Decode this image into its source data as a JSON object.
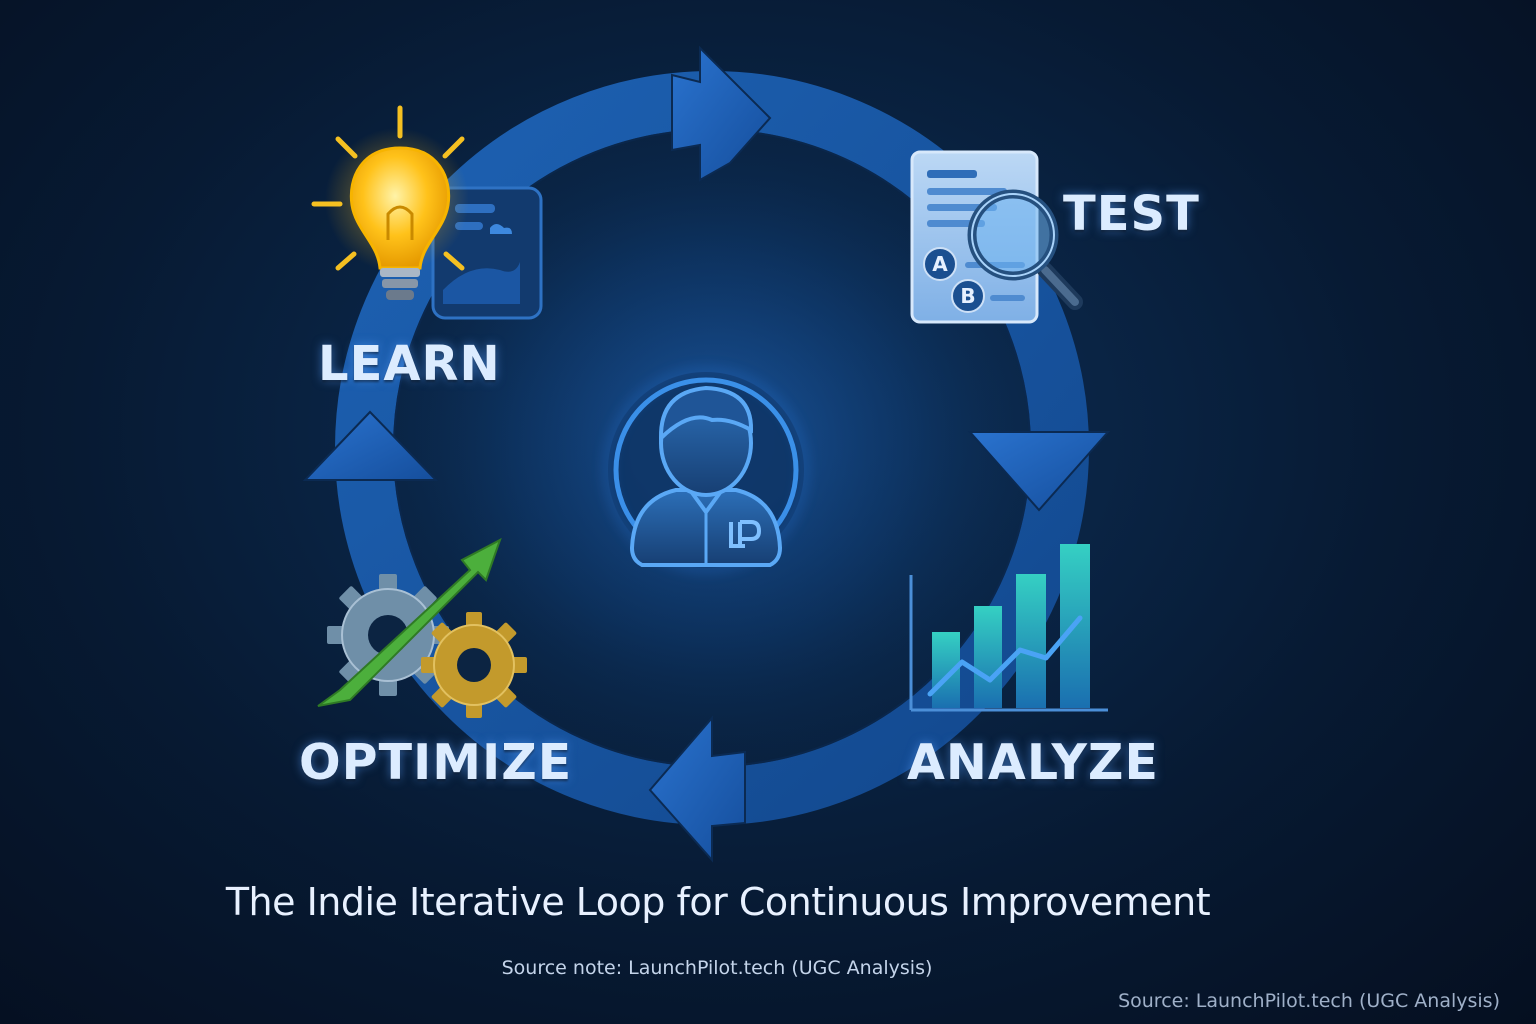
{
  "diagram": {
    "center": {
      "icon": "user-profile-icon",
      "badge_icon": "lp-logo-icon"
    },
    "stages": [
      {
        "label": "LEARN",
        "icon": "lightbulb-icon"
      },
      {
        "label": "TEST",
        "icon": "ab-test-document-magnifier-icon",
        "markers": [
          "A",
          "B"
        ]
      },
      {
        "label": "ANALYZE",
        "icon": "bar-chart-trend-icon"
      },
      {
        "label": "OPTIMIZE",
        "icon": "gears-growth-arrow-icon"
      }
    ],
    "flow": "clockwise"
  },
  "caption": {
    "title": "The Indie Iterative Loop for Continuous Improvement",
    "note": "Source note: LaunchPilot.tech (UGC Analysis)",
    "source": "Source: LaunchPilot.tech (UGC Analysis)"
  },
  "colors": {
    "background": "#06162b",
    "loop": "#1b5fae",
    "label_text": "#dcecff",
    "bulb": "#ffc21a",
    "gear_gray": "#6f8fa8",
    "gear_gold": "#c39a2c",
    "growth_arrow": "#4caf3c",
    "chart_teal": "#1fb5b0"
  }
}
